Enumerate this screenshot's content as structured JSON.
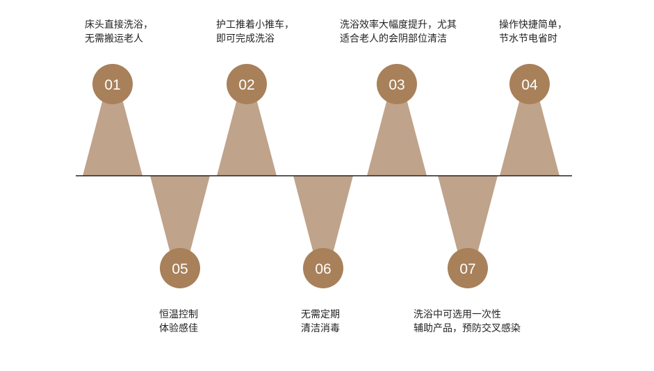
{
  "colors": {
    "triangle": "#bfa38a",
    "circle": "#a8805a",
    "axis": "#222222",
    "text": "#222222"
  },
  "steps": [
    {
      "num": "01",
      "line1": "床头直接洗浴，",
      "line2": "无需搬运老人",
      "position": "top"
    },
    {
      "num": "02",
      "line1": "护工推着小推车，",
      "line2": "即可完成洗浴",
      "position": "top"
    },
    {
      "num": "03",
      "line1": "洗浴效率大幅度提升，尤其",
      "line2": "适合老人的会阴部位清洁",
      "position": "top"
    },
    {
      "num": "04",
      "line1": "操作快捷简单，",
      "line2": "节水节电省时",
      "position": "top"
    },
    {
      "num": "05",
      "line1": "恒温控制",
      "line2": "体验感佳",
      "position": "bottom"
    },
    {
      "num": "06",
      "line1": "无需定期",
      "line2": "清洁消毒",
      "position": "bottom"
    },
    {
      "num": "07",
      "line1": "洗浴中可选用一次性",
      "line2": "辅助产品，预防交叉感染",
      "position": "bottom"
    }
  ]
}
